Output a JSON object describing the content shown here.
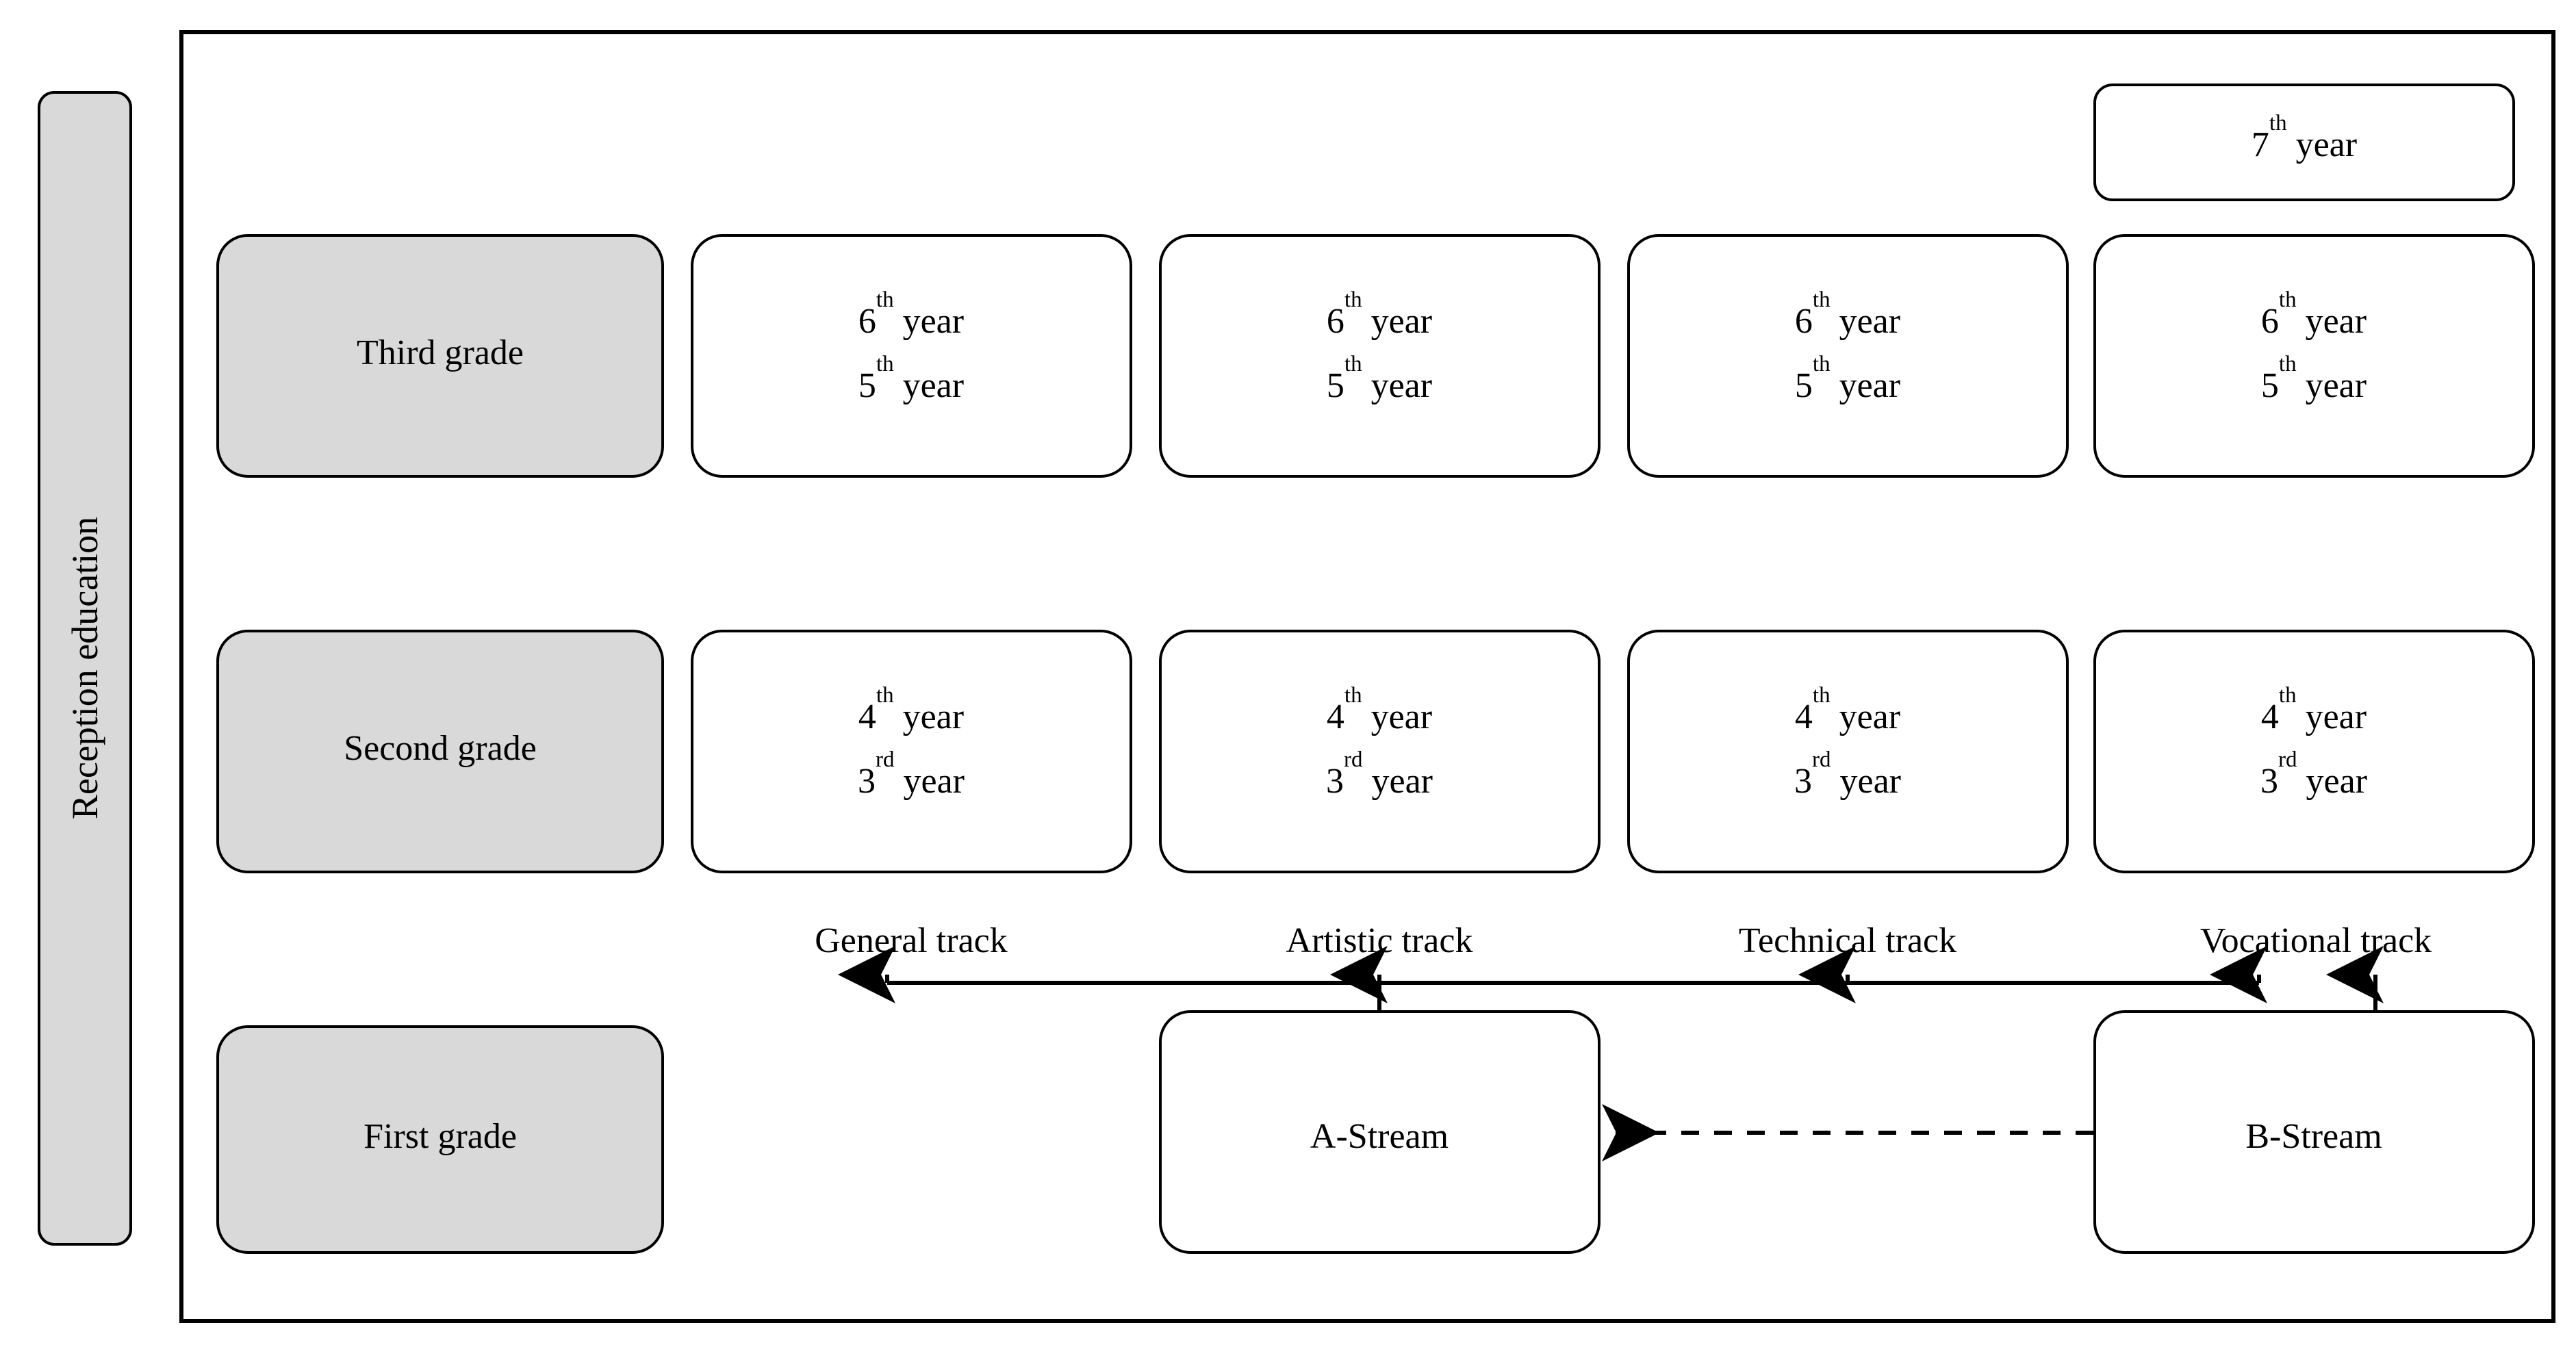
{
  "diagram": {
    "title": "Education system structure diagram",
    "colors": {
      "grade_box_fill": "#d9d9d9",
      "year_box_fill": "#ffffff",
      "stroke": "#000000",
      "background": "#ffffff"
    },
    "sidebar": {
      "label": "Reception education",
      "orientation": "vertical-bottom-to-top"
    },
    "grade_boxes": [
      {
        "id": "third-grade",
        "label": "Third grade"
      },
      {
        "id": "second-grade",
        "label": "Second grade"
      },
      {
        "id": "first-grade",
        "label": "First grade"
      }
    ],
    "extra_year_box": {
      "id": "seventh-year",
      "ordinal": "7",
      "suffix": "th",
      "unit": "year",
      "label": "7th year"
    },
    "third_grade_year_boxes": [
      {
        "id": "third-general",
        "line1_ordinal": "6",
        "line1_suffix": "th",
        "line1_unit": "year",
        "line2_ordinal": "5",
        "line2_suffix": "th",
        "line2_unit": "year"
      },
      {
        "id": "third-artistic",
        "line1_ordinal": "6",
        "line1_suffix": "th",
        "line1_unit": "year",
        "line2_ordinal": "5",
        "line2_suffix": "th",
        "line2_unit": "year"
      },
      {
        "id": "third-technical",
        "line1_ordinal": "6",
        "line1_suffix": "th",
        "line1_unit": "year",
        "line2_ordinal": "5",
        "line2_suffix": "th",
        "line2_unit": "year"
      },
      {
        "id": "third-vocational",
        "line1_ordinal": "6",
        "line1_suffix": "th",
        "line1_unit": "year",
        "line2_ordinal": "5",
        "line2_suffix": "th",
        "line2_unit": "year"
      }
    ],
    "second_grade_year_boxes": [
      {
        "id": "second-general",
        "line1_ordinal": "4",
        "line1_suffix": "th",
        "line1_unit": "year",
        "line2_ordinal": "3",
        "line2_suffix": "rd",
        "line2_unit": "year"
      },
      {
        "id": "second-artistic",
        "line1_ordinal": "4",
        "line1_suffix": "th",
        "line1_unit": "year",
        "line2_ordinal": "3",
        "line2_suffix": "rd",
        "line2_unit": "year"
      },
      {
        "id": "second-technical",
        "line1_ordinal": "4",
        "line1_suffix": "th",
        "line1_unit": "year",
        "line2_ordinal": "3",
        "line2_suffix": "rd",
        "line2_unit": "year"
      },
      {
        "id": "second-vocational",
        "line1_ordinal": "4",
        "line1_suffix": "th",
        "line1_unit": "year",
        "line2_ordinal": "3",
        "line2_suffix": "rd",
        "line2_unit": "year"
      }
    ],
    "tracks": [
      {
        "id": "general-track",
        "label": "General track"
      },
      {
        "id": "artistic-track",
        "label": "Artistic track"
      },
      {
        "id": "technical-track",
        "label": "Technical track"
      },
      {
        "id": "vocational-track",
        "label": "Vocational track"
      }
    ],
    "streams": [
      {
        "id": "a-stream",
        "label": "A-Stream"
      },
      {
        "id": "b-stream",
        "label": "B-Stream"
      }
    ],
    "connections": [
      {
        "from": "a-stream",
        "to": "general-track",
        "style": "solid-arrow"
      },
      {
        "from": "a-stream",
        "to": "artistic-track",
        "style": "solid-arrow"
      },
      {
        "from": "a-stream",
        "to": "technical-track",
        "style": "solid-arrow"
      },
      {
        "from": "a-stream",
        "to": "vocational-track",
        "style": "solid-arrow"
      },
      {
        "from": "b-stream",
        "to": "vocational-track",
        "style": "solid-arrow"
      },
      {
        "from": "b-stream",
        "to": "a-stream",
        "style": "dashed-arrow"
      }
    ]
  }
}
